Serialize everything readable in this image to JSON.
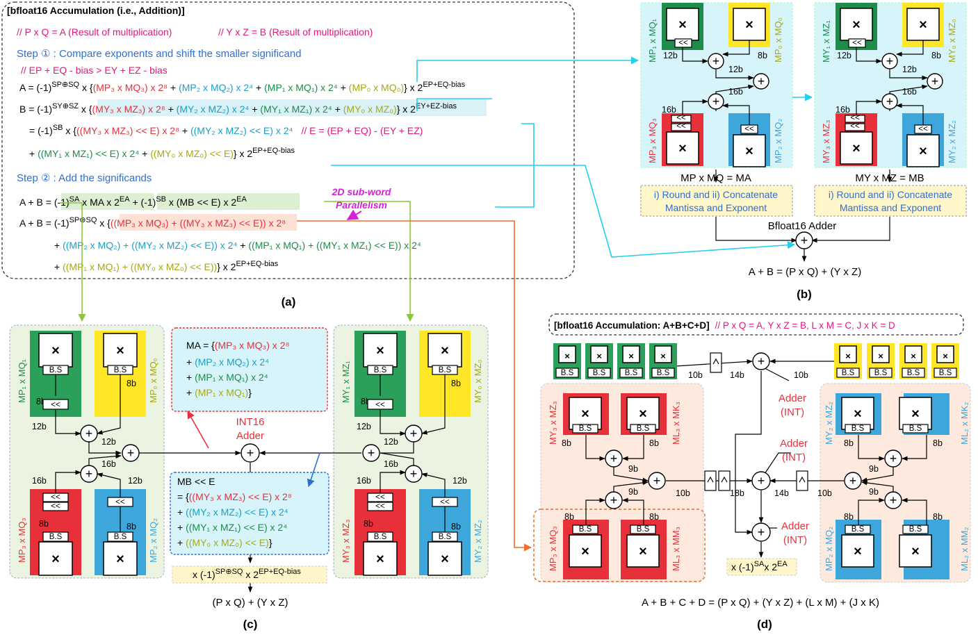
{
  "colors": {
    "red": "#e8303a",
    "blue": "#2f6fd0",
    "green": "#1e8c4a",
    "teal": "#17a0c8",
    "olive": "#a8a810",
    "magenta": "#e0197a",
    "violet": "#d61fd8",
    "cyan": "#1fd0f0",
    "lime": "#8cc63e",
    "orange": "#f26b2a"
  },
  "panel_a": {
    "title": "[bfloat16 Accumulation (i.e., Addition)]",
    "comment_left": "// P x Q = A (Result of multiplication)",
    "comment_right": "// Y x Z = B (Result of multiplication)",
    "step1": "Step ① : Compare exponents and shift the smaller significand",
    "step1_cond": "// EP + EQ - bias > EY + EZ - bias",
    "eq_A": {
      "lhs": "A = (-1)",
      "sgn": "SP⊕SQ",
      "open": " x {",
      "t1": "(MP₃ x MQ₃) x 2⁸",
      "p1": " + ",
      "t2": "(MP₂ x MQ₂) x 2⁴",
      "p2": " + ",
      "t3": "(MP₁ x MQ₁) x 2⁴",
      "p3": " + ",
      "t4": "(MP₀ x MQ₀)",
      "close": "} x 2",
      "exp": "EP+EQ-bias"
    },
    "eq_B": {
      "lhs": "B = (-1)",
      "sgn": "SY⊕SZ",
      "open": " x {",
      "t1": "(MY₃ x MZ₃) x 2⁸",
      "p1": " + ",
      "t2": "(MY₂ x MZ₂) x 2⁴",
      "p2": " + ",
      "t3": "(MY₁ x MZ₁) x 2⁴",
      "p3": " + ",
      "t4": "(MY₀ x MZ₀)",
      "close": "} x 2",
      "exp": "EY+EZ-bias"
    },
    "eq_B2": {
      "lhs": "= (-1)",
      "sgn": "SB",
      "open": " x {",
      "t1": "((MY₃ x MZ₃) << E) x 2⁸",
      "p1": " + ",
      "t2": "((MY₂ x MZ₂) << E) x 2⁴",
      "comment": "// E = (EP + EQ) - (EY + EZ)"
    },
    "eq_B3": {
      "p0": "+ ",
      "t3": "((MY₁ x MZ₁) << E) x 2⁴",
      "p1": " + ",
      "t4": "((MY₀ x MZ₀) << E)",
      "close": "} x 2",
      "exp": "EP+EQ-bias"
    },
    "step2": "Step ② : Add the significands",
    "eq_S1": {
      "lhs": "A + B = ",
      "t1": "(-1)",
      "e1": "SA",
      "t1b": " x MA x 2",
      "e1b": "EA",
      "mid": " + ",
      "t2": "(-1)",
      "e2": "SB",
      "t2b": " x (MB << E) x 2",
      "e2b": "EA"
    },
    "parallelism": [
      "2D sub-word",
      "Parallelism"
    ],
    "eq_S2": {
      "lhs": "A + B = (-1)",
      "sgn": "SP⊕SQ",
      "open": " x {",
      "t1": "((MP₃ x MQ₃) + ((MY₃ x MZ₃) << E)) x 2⁸"
    },
    "eq_S3": {
      "p0": "+ ",
      "t2": "((MP₂ x MQ₂) + ((MY₂ x MZ₂) << E)) x 2⁴",
      "p1": " + ",
      "t3": "((MP₁ x MQ₁) + ((MY₁ x MZ₁) << E)) x 2⁴"
    },
    "eq_S4": {
      "p0": "+ ",
      "t4": "((MP₁ x MQ₁) + ((MY₀ x MZ₀) << E))",
      "close": "} x 2",
      "exp": "EP+EQ-bias"
    },
    "caption": "(a)"
  },
  "panel_b": {
    "left": {
      "tl": "MP₁ x MQ₁",
      "tr": "MP₀ x MQ₀",
      "bl": "MP₃ x MQ₃",
      "br": "MP₂ x MQ₂",
      "w12": "12b",
      "w8": "8b",
      "w12b": "12b",
      "w16a": "16b",
      "w16b": "16b",
      "result": "MP x MQ = MA",
      "round": [
        "i) Round and ii) Concatenate",
        "Mantissa and Exponent"
      ]
    },
    "right": {
      "tl": "MY₁ x MZ₁",
      "tr": "MY₀ x MZ₀",
      "bl": "MY₃ x MZ₃",
      "br": "MY₂ x MZ₂",
      "w12": "12b",
      "w8": "8b",
      "w12b": "12b",
      "w16a": "16b",
      "w16b": "16b",
      "result": "MY x MZ = MB",
      "round": [
        "i) Round and ii) Concatenate",
        "Mantissa and Exponent"
      ]
    },
    "shift": "<<",
    "adder_label": "Bfloat16 Adder",
    "output": "A + B = (P x Q) + (Y x Z)",
    "caption": "(b)"
  },
  "panel_c": {
    "left": {
      "tl": "MP₁ x MQ₁",
      "tr": "MP₀ x MQ₀",
      "bl": "MP₃ x MQ₃",
      "br": "MP₂ x MQ₂",
      "w8a": "8b",
      "w8b": "8b",
      "w12a": "12b",
      "w12b": "12b",
      "w12c": "12b",
      "w16a": "16b",
      "w16b": "16b",
      "w8c": "8b",
      "w8d": "8b"
    },
    "right": {
      "tl": "MY₁ x MZ₁",
      "tr": "MY₀ x MZ₀",
      "bl": "MY₃ x MZ₃",
      "br": "MY₂ x MZ₂",
      "w8a": "8b",
      "w8b": "8b",
      "w12a": "12b",
      "w12b": "12b",
      "w12c": "12b",
      "w16a": "16b",
      "w16b": "16b",
      "w8c": "8b",
      "w8d": "8b"
    },
    "bs": "B.S",
    "shift": "<<",
    "ma_box": {
      "l1a": "MA = {",
      "l1b": "(MP₃ x MQ₃) x 2⁸",
      "l1c": "",
      "l2a": "+ ",
      "l2b": "(MP₂ x MQ₂) x 2⁴",
      "l3a": "+ ",
      "l3b": "(MP₁ x MQ₁) x 2⁴",
      "l4a": "+ ",
      "l4b": "(MP₁ x MQ₁)",
      "l4c": "}"
    },
    "mb_box": {
      "l0": "MB << E",
      "l1a": "= {",
      "l1b": "((MY₃ x MZ₃) << E) x 2⁸",
      "l2a": "+ ",
      "l2b": "((MY₂ x MZ₂) << E) x 2⁴",
      "l3a": "+ ",
      "l3b": "((MY₁ x MZ₁) << E) x 2⁴",
      "l4a": "+ ",
      "l4b": "((MY₀ x MZ₀) << E)",
      "l4c": "}"
    },
    "adder_label": [
      "INT16",
      "Adder"
    ],
    "exp_box": {
      "a": "x (-1)",
      "s": "SP⊕SQ",
      "b": " x 2",
      "e": "EP+EQ-bias"
    },
    "output": "(P x Q) + (Y x Z)",
    "caption": "(c)"
  },
  "panel_d": {
    "title": "[bfloat16 Accumulation: A+B+C+D]",
    "title_comment": "// P x Q = A, Y x Z = B, L x M = C, J x K = D",
    "top_w10a": "10b",
    "top_w14": "14b",
    "top_w10b": "10b",
    "adder_top": [
      "Adder",
      "(INT)"
    ],
    "adder_mid": [
      "Adder",
      "(INT)"
    ],
    "adder_bot": [
      "Adder",
      "(INT)"
    ],
    "left": {
      "tl": "MY₃ x MZ₃",
      "tr": "ML₃ x MK₃",
      "bl": "MP₃ x MQ₃",
      "br": "ML₃ x MM₃",
      "w8a": "8b",
      "w8b": "8b",
      "w8c": "8b",
      "w8d": "8b",
      "w9a": "9b",
      "w9b": "9b",
      "w10": "10b"
    },
    "right": {
      "tl": "MY₂ x MZ₂",
      "tr": "ML₂ x MK₂",
      "bl": "MP₂ x MQ₂",
      "br": "ML₂ x MM₂",
      "w8a": "8b",
      "w8b": "8b",
      "w8c": "8b",
      "w8d": "8b",
      "w9a": "9b",
      "w9b": "9b",
      "w10": "10b"
    },
    "mid_w18": "18b",
    "mid_w14": "14b",
    "exp_box": {
      "a": "x (-1)",
      "s": "SA",
      "b": "x 2",
      "e": "EA"
    },
    "output": "A + B + C + D = (P x Q) + (Y x Z) + (L x M) + (J x K)",
    "caption": "(d)"
  },
  "symbols": {
    "mult": "×",
    "plus": "+",
    "small_mult": "×"
  }
}
